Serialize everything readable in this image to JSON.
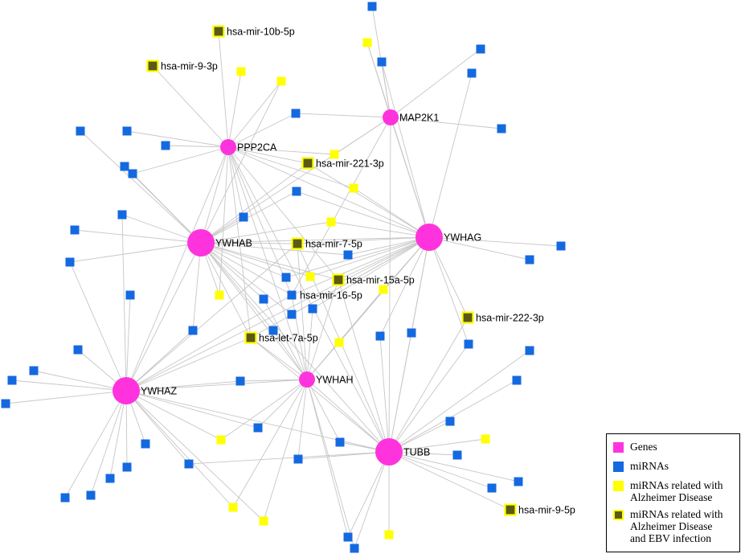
{
  "colors": {
    "gene": "#ff33dd",
    "mirna": "#1469e0",
    "alzheimer": "#ffff00",
    "ebv_fill": "#5a5a14",
    "ebv_border": "#ffff00",
    "edge": "#c6c6c6"
  },
  "genes": [
    {
      "id": "YWHAB",
      "label": "YWHAB",
      "size": "large"
    },
    {
      "id": "YWHAG",
      "label": "YWHAG",
      "size": "large"
    },
    {
      "id": "YWHAZ",
      "label": "YWHAZ",
      "size": "large"
    },
    {
      "id": "TUBB",
      "label": "TUBB",
      "size": "large"
    },
    {
      "id": "PPP2CA",
      "label": "PPP2CA",
      "size": "medium"
    },
    {
      "id": "MAP2K1",
      "label": "MAP2K1",
      "size": "medium"
    },
    {
      "id": "YWHAH",
      "label": "YWHAH",
      "size": "medium"
    }
  ],
  "labeled_mirnas": [
    {
      "label": "hsa-mir-10b-5p",
      "category": "alzheimer_ebv"
    },
    {
      "label": "hsa-mir-9-3p",
      "category": "alzheimer_ebv"
    },
    {
      "label": "hsa-mir-221-3p",
      "category": "alzheimer_ebv"
    },
    {
      "label": "hsa-mir-7-5p",
      "category": "alzheimer_ebv"
    },
    {
      "label": "hsa-mir-15a-5p",
      "category": "alzheimer_ebv"
    },
    {
      "label": "hsa-mir-16-5p",
      "category": "mirna"
    },
    {
      "label": "hsa-mir-222-3p",
      "category": "alzheimer_ebv"
    },
    {
      "label": "hsa-let-7a-5p",
      "category": "alzheimer_ebv"
    },
    {
      "label": "hsa-mir-9-5p",
      "category": "alzheimer_ebv"
    }
  ],
  "legend": {
    "genes": "Genes",
    "mirnas": "miRNAs",
    "alz_line1": "miRNAs related with",
    "alz_line2": "Alzheimer Disease",
    "ebv_line1": "miRNAs related with",
    "ebv_line2": "Alzheimer Disease",
    "ebv_line3": "and EBV infection"
  }
}
